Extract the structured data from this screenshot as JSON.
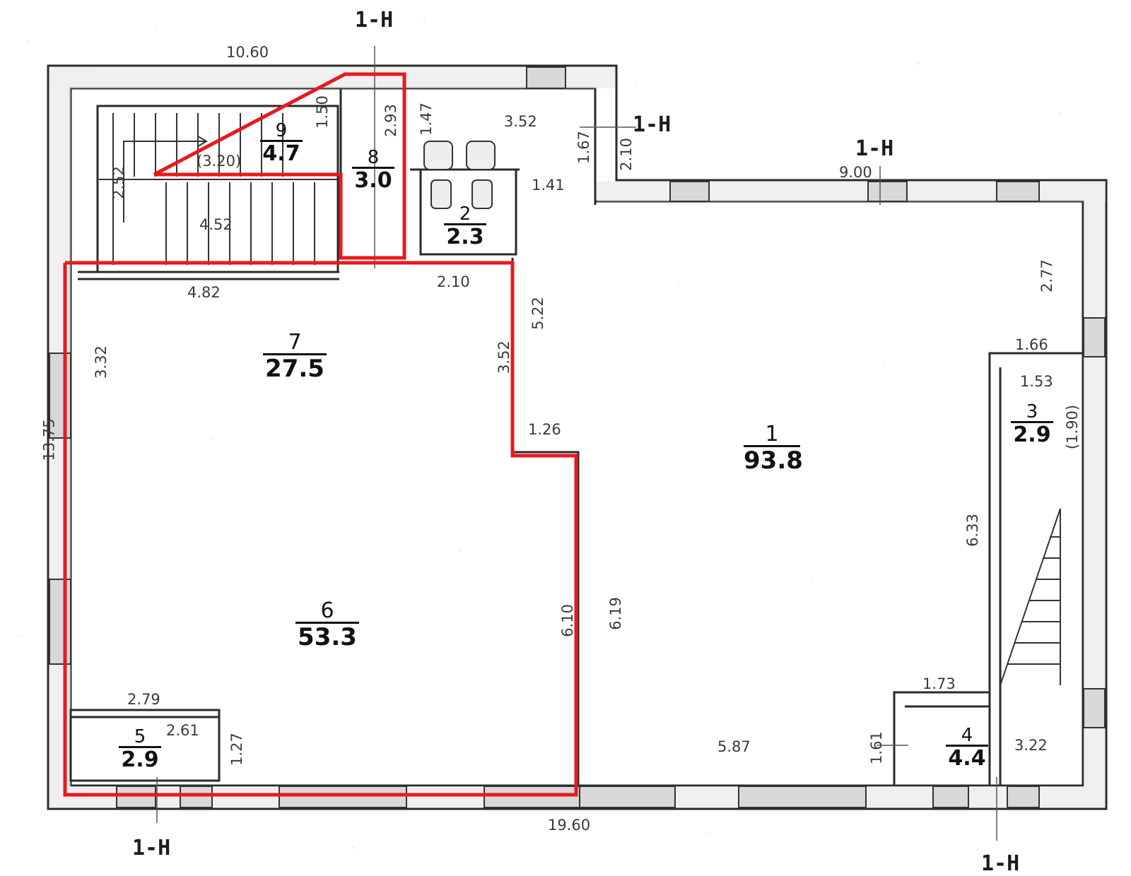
{
  "section_marks": {
    "top": "1-Н",
    "top_right": "1-Н",
    "right_upper": "1-Н",
    "bottom_left": "1-Н",
    "bottom_right": "1-Н"
  },
  "rooms": [
    {
      "number": "1",
      "area": "93.8"
    },
    {
      "number": "2",
      "area": "2.3"
    },
    {
      "number": "3",
      "area": "2.9"
    },
    {
      "number": "4",
      "area": "4.4"
    },
    {
      "number": "5",
      "area": "2.9"
    },
    {
      "number": "6",
      "area": "53.3"
    },
    {
      "number": "7",
      "area": "27.5"
    },
    {
      "number": "8",
      "area": "3.0"
    },
    {
      "number": "9",
      "area": "4.7"
    }
  ],
  "dimensions": {
    "d1060": "10.60",
    "d352": "3.52",
    "d900": "9.00",
    "d150": "1.50",
    "d293": "2.93",
    "d147": "1.47",
    "d167": "1.67",
    "d210v": "2.10",
    "d320": "(3.20)",
    "d252": "2.52",
    "d452": "4.52",
    "d141": "1.41",
    "d482": "4.82",
    "d210": "2.10",
    "d522": "5.22",
    "d352v": "3.52",
    "d277": "2.77",
    "d332": "3.32",
    "d1375": "13.75",
    "d126": "1.26",
    "d166": "1.66",
    "d153": "1.53",
    "d190": "(1.90)",
    "d633": "6.33",
    "d610": "6.10",
    "d619": "6.19",
    "d279": "2.79",
    "d261": "2.61",
    "d127": "1.27",
    "d173": "1.73",
    "d161": "1.61",
    "d587": "5.87",
    "d322": "3.22",
    "d1960": "19.60"
  },
  "colors": {
    "outline": "#e8191e",
    "wall": "#2a2a2a",
    "text": "#1c1c1c"
  },
  "icons": [
    "stair-arrow-icon",
    "staircase-treads",
    "toilet-fixture-icon"
  ]
}
